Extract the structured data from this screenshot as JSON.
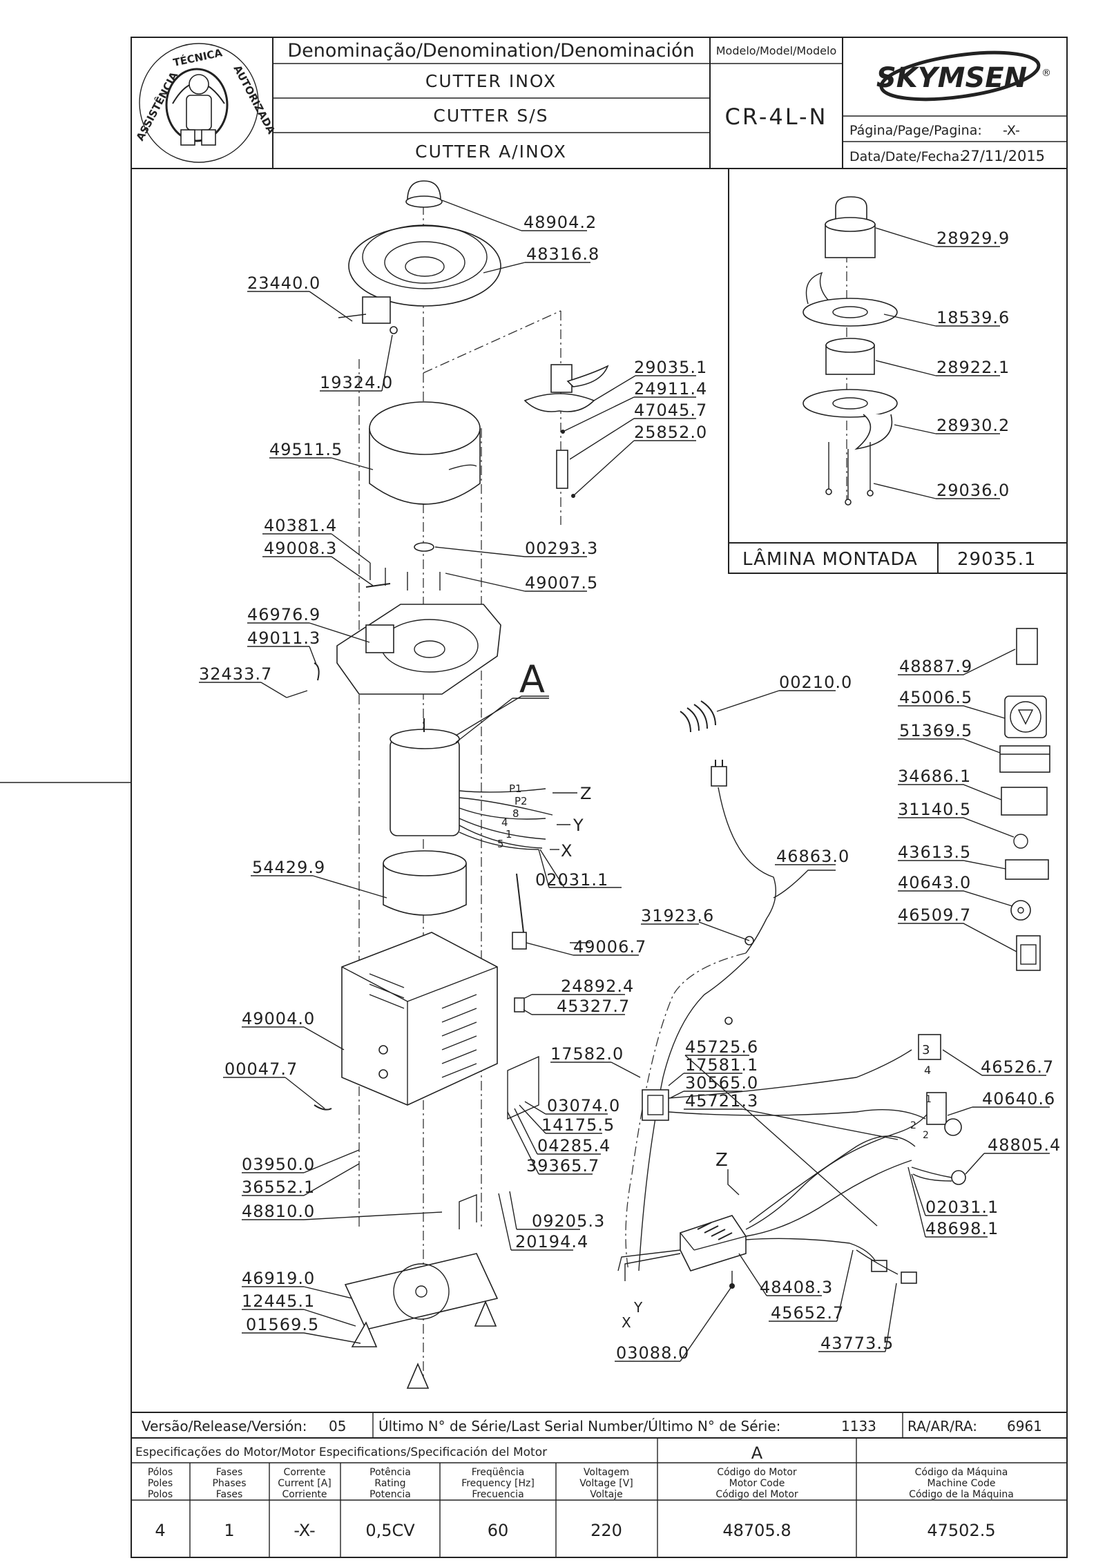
{
  "header": {
    "denomination_title": "Denominação/Denomination/Denominación",
    "names": [
      "CUTTER INOX",
      "CUTTER S/S",
      "CUTTER A/INOX"
    ],
    "model_label": "Modelo/Model/Modelo",
    "model_value": "CR-4L-N",
    "brand": "SKYMSEN",
    "brand_mark": "®",
    "page_label": "Página/Page/Pagina:",
    "page_value": "-X-",
    "date_label": "Data/Date/Fecha:",
    "date_value": "27/11/2015",
    "seal": {
      "text_top": "ASSISTÊNCIA TÉCNICA AUTORIZADA",
      "text_left": "ASSISTÊNCIA",
      "text_mid": "TÉCNICA",
      "text_right": "AUTORIZADA"
    }
  },
  "parts": [
    "48904.2",
    "48316.8",
    "23440.0",
    "19324.0",
    "29035.1",
    "24911.4",
    "47045.7",
    "25852.0",
    "49511.5",
    "40381.4",
    "49008.3",
    "00293.3",
    "49007.5",
    "46976.9",
    "49011.3",
    "32433.7",
    "00210.0",
    "54429.9",
    "02031.1",
    "46863.0",
    "31923.6",
    "49006.7",
    "24892.4",
    "45327.7",
    "49004.0",
    "17582.0",
    "45725.6",
    "17581.1",
    "30565.0",
    "45721.3",
    "00047.7",
    "03074.0",
    "14175.5",
    "04285.4",
    "39365.7",
    "03950.0",
    "36552.1",
    "48810.0",
    "09205.3",
    "20194.4",
    "46919.0",
    "12445.1",
    "01569.5",
    "48408.3",
    "45652.7",
    "03088.0",
    "43773.5",
    "46526.7",
    "40640.6",
    "48805.4",
    "02031.1",
    "48698.1"
  ],
  "wire_marks": {
    "motor": [
      "P1",
      "P2",
      "8",
      "4",
      "1",
      "5"
    ],
    "groups": [
      "Z",
      "Y",
      "X"
    ],
    "box_z": "Z",
    "box_y": "Y",
    "box_x": "X",
    "switch": [
      "3",
      "4",
      "1",
      "2",
      "2"
    ]
  },
  "callout_A": "A",
  "inset": {
    "parts": [
      "28929.9",
      "18539.6",
      "28922.1",
      "28930.2",
      "29036.0"
    ],
    "assembly_label": "LÂMINA MONTADA",
    "assembly_code": "29035.1"
  },
  "labels_column": [
    "48887.9",
    "45006.5",
    "51369.5",
    "34686.1",
    "31140.5",
    "43613.5",
    "40643.0",
    "46509.7"
  ],
  "footer": {
    "version_label": "Versão/Release/Versión:",
    "version_value": "05",
    "serial_label": "Último N° de Série/Last Serial Number/Último N° de Série:",
    "serial_value": "1133",
    "ra_label": "RA/AR/RA:",
    "ra_value": "6961",
    "spec_title": "Especificações do Motor/Motor Especifications/Specificación del Motor",
    "spec_motor_letter": "A",
    "columns": [
      {
        "h": [
          "Pólos",
          "Poles",
          "Polos"
        ],
        "v": "4"
      },
      {
        "h": [
          "Fases",
          "Phases",
          "Fases"
        ],
        "v": "1"
      },
      {
        "h": [
          "Corrente",
          "Current [A]",
          "Corriente"
        ],
        "v": "-X-"
      },
      {
        "h": [
          "Potência",
          "Rating",
          "Potencia"
        ],
        "v": "0,5CV"
      },
      {
        "h": [
          "Freqüência",
          "Frequency [Hz]",
          "Frecuencia"
        ],
        "v": "60"
      },
      {
        "h": [
          "Voltagem",
          "Voltage [V]",
          "Voltaje"
        ],
        "v": "220"
      },
      {
        "h": [
          "Código do Motor",
          "Motor Code",
          "Código del Motor"
        ],
        "v": "48705.8"
      },
      {
        "h": [
          "Código da Máquina",
          "Machine Code",
          "Código de la Máquina"
        ],
        "v": "47502.5"
      }
    ]
  },
  "colors": {
    "line": "#222222",
    "faint": "#999999"
  }
}
